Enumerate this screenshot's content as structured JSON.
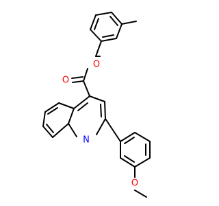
{
  "atom_labels": {
    "ester_oxygen": "O",
    "carbonyl_oxygen": "O",
    "quinoline_nitrogen": "N",
    "methoxy_oxygen": "O"
  },
  "colors": {
    "bond": "#000000",
    "oxygen": "#ff0000",
    "nitrogen": "#0000ff",
    "background": "#ffffff"
  }
}
